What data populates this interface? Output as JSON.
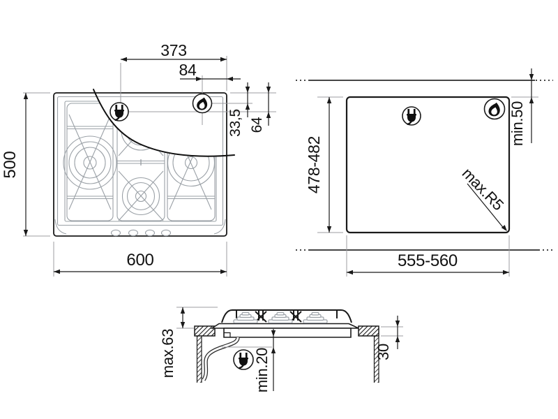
{
  "diagram": {
    "colors": {
      "line": "#1a1a1a",
      "detail_line": "#9aa0a6",
      "extension_line": "#9c9ca0",
      "datum_line": "#454545",
      "background": "#ffffff"
    },
    "top_view": {
      "plug_icon": "power-plug-icon",
      "flame_icon": "gas-flame-icon",
      "dim_plug_from_right_edge": "373",
      "dim_flame_from_right_edge": "84",
      "dim_flame_from_top_edge": "33,5",
      "dim_plug_from_top_edge": "64",
      "dim_depth": "500",
      "dim_width": "600"
    },
    "cutout_view": {
      "plug_icon": "power-plug-icon",
      "flame_icon": "gas-flame-icon",
      "dim_cutout_depth": "478-482",
      "dim_cutout_width": "555-560",
      "dim_rear_clearance": "min.50",
      "dim_corner_radius": "max.R5"
    },
    "side_view": {
      "plug_icon": "power-plug-icon",
      "dim_height_above_worktop": "max.63",
      "dim_clearance_below": "min.20",
      "dim_worktop_thickness": "30"
    }
  }
}
